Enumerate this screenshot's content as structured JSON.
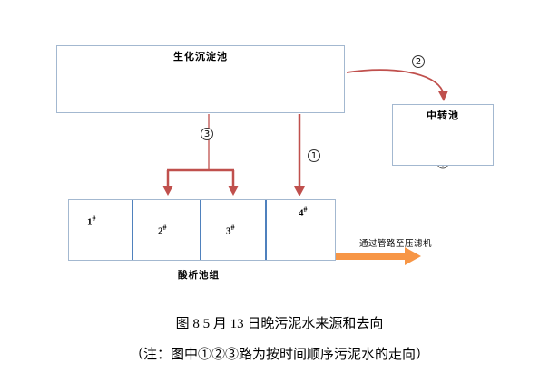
{
  "diagram": {
    "top_tank": {
      "label": "生化沉淀池"
    },
    "transfer_tank": {
      "label": "中转池"
    },
    "acid_tank_group": {
      "label": "酸析池组",
      "compartments": [
        {
          "id": "1",
          "mark": "#"
        },
        {
          "id": "2",
          "mark": "#"
        },
        {
          "id": "3",
          "mark": "#"
        },
        {
          "id": "4",
          "mark": "#"
        }
      ]
    },
    "routes": {
      "r1": "1",
      "r2": "2",
      "r3": "3"
    },
    "pipeline_label": "通过管路至压滤机"
  },
  "caption": "图 8  5 月 13 日晚污泥水来源和去向",
  "note": "（注：图中①②③路为按时间顺序污泥水的走向）",
  "colors": {
    "tank-border": "#a3b8d0",
    "wave": "#8fb4d9",
    "divider": "#4f81bd",
    "arrow-red": "#c0504d",
    "arrow-orange": "#f79646",
    "text": "#000000"
  }
}
